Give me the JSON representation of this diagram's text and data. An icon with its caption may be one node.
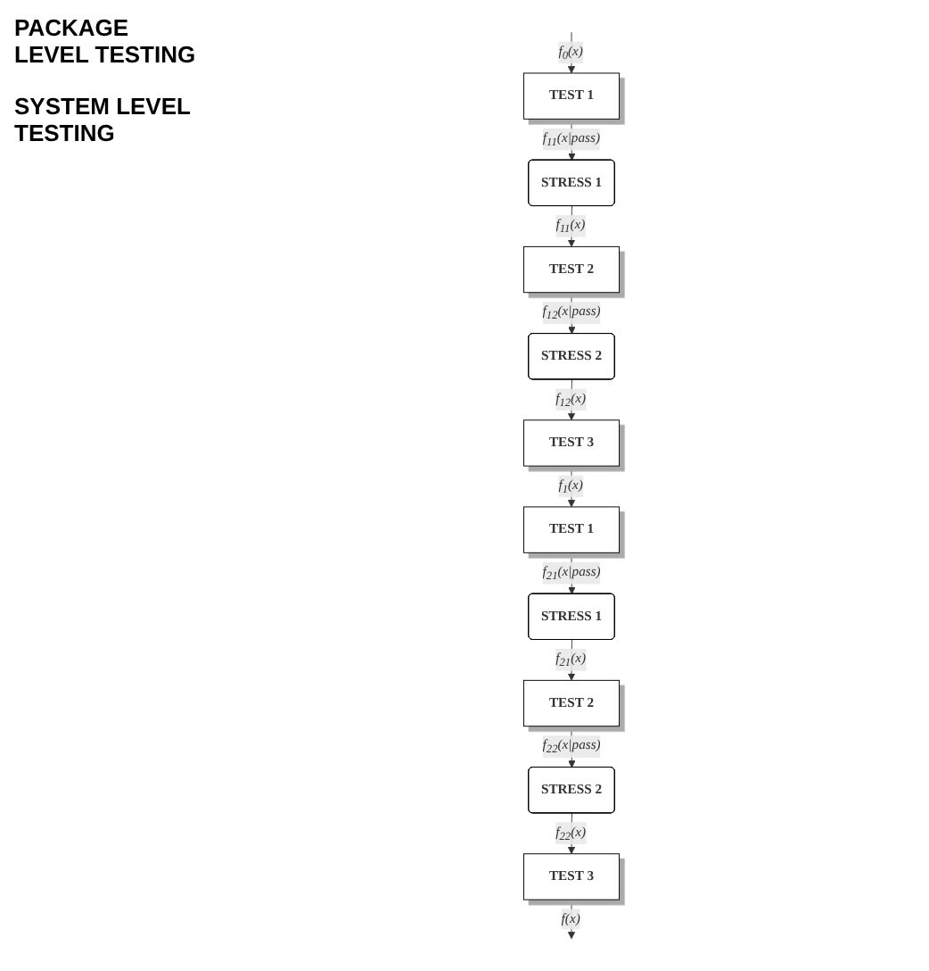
{
  "diagram": {
    "nodes": [
      {
        "text": [
          "TEST 1"
        ]
      },
      {
        "text": [
          "STRESS 1"
        ]
      },
      {
        "text": [
          "TEST 2"
        ]
      },
      {
        "text": [
          "STRESS 2"
        ]
      },
      {
        "text": [
          "TEST 3"
        ]
      },
      {
        "text": [
          "TEST 1"
        ]
      },
      {
        "text": [
          "STRESS 1"
        ]
      },
      {
        "text": [
          "TEST 2"
        ]
      },
      {
        "text": [
          "STRESS 2"
        ]
      },
      {
        "text": [
          "TEST 3"
        ]
      }
    ],
    "edges": [
      {
        "from": null,
        "to": 0,
        "arrow": "to",
        "label": "f$_{0}$(x)"
      },
      {
        "from": 0,
        "to": 1,
        "arrow": "to",
        "label": "f$_{11}$(x|pass)"
      },
      {
        "from": 1,
        "to": 2,
        "arrow": "to",
        "label": "f$_{11}$(x)"
      },
      {
        "from": 2,
        "to": 3,
        "arrow": "to",
        "label": "f$_{12}$(x|pass)"
      },
      {
        "from": 3,
        "to": 4,
        "arrow": "to",
        "label": "f$_{12}$(x)"
      },
      {
        "from": 4,
        "to": 5,
        "arrow": "to",
        "label": "f$_{1}$(x)"
      },
      {
        "from": 5,
        "to": 6,
        "arrow": "to",
        "label": "f$_{21}$(x|pass)"
      },
      {
        "from": 6,
        "to": 7,
        "arrow": "to",
        "label": "f$_{21}$(x)"
      },
      {
        "from": 7,
        "to": 8,
        "arrow": "to",
        "label": "f$_{22}$(x|pass)"
      },
      {
        "from": 8,
        "to": 9,
        "arrow": "to",
        "label": "f$_{22}$(x)"
      },
      {
        "from": 9,
        "to": null,
        "arrow": "to",
        "label": "f(x)"
      }
    ],
    "labels": [
      "PACKAGE LEVEL TESTING",
      "SYSTEM LEVEL TESTING"
    ]
  }
}
